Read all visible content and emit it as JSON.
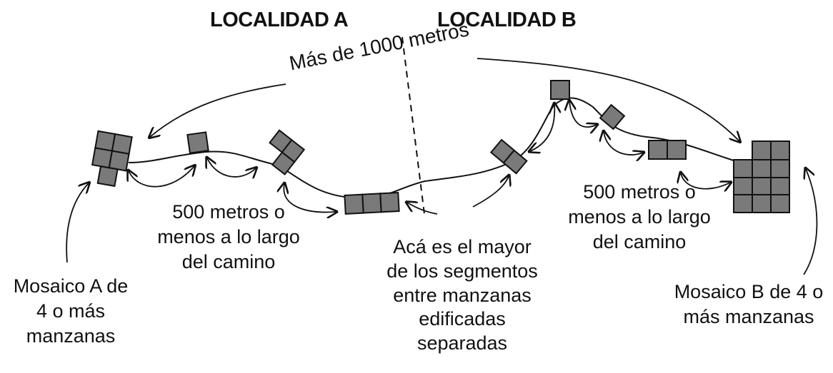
{
  "headers": {
    "locality_a": "LOCALIDAD A",
    "locality_b": "LOCALIDAD B"
  },
  "labels": {
    "distance_top": "Más de 1000 metros",
    "segment_left": "500 metros o\nmenos a lo largo\ndel camino",
    "segment_right": "500 metros o\nmenos a lo largo\ndel camino",
    "largest_gap": "Acá es el mayor\nde los segmentos\nentre manzanas\nedificadas\nseparadas",
    "mosaic_a": "Mosaico A de\n4 o más\nmanzanas",
    "mosaic_b": "Mosaico B de 4 o\nmás manzanas"
  },
  "colors": {
    "block_fill": "#7a7a7a",
    "stroke": "#111111"
  }
}
